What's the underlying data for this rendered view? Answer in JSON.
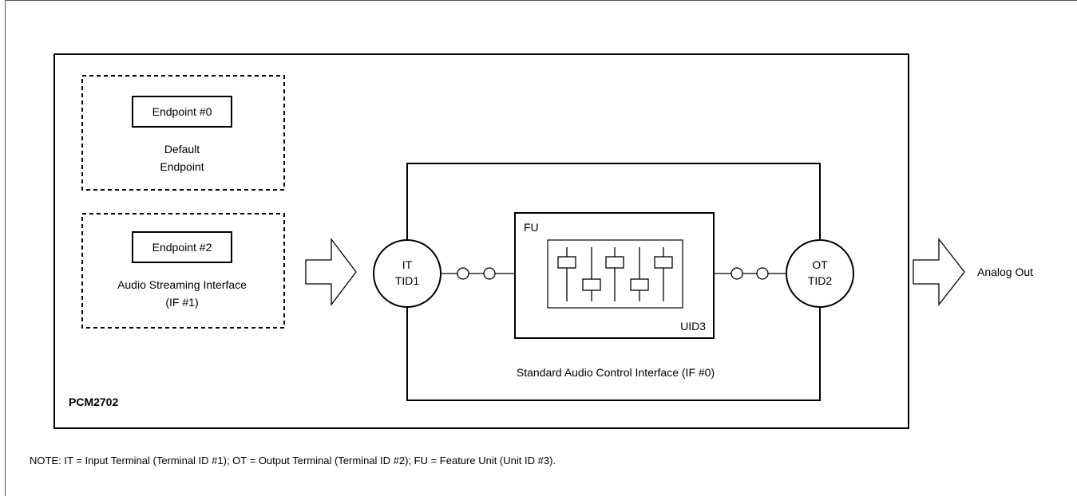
{
  "device_label": "PCM2702",
  "endpoint0": {
    "box_label": "Endpoint #0",
    "caption_line1": "Default",
    "caption_line2": "Endpoint"
  },
  "endpoint2": {
    "box_label": "Endpoint #2",
    "caption_line1": "Audio Streaming Interface",
    "caption_line2": "(IF #1)"
  },
  "input_terminal": {
    "line1": "IT",
    "line2": "TID1"
  },
  "output_terminal": {
    "line1": "OT",
    "line2": "TID2"
  },
  "feature_unit": {
    "label": "FU",
    "unit_id": "UID3"
  },
  "control_interface_label": "Standard Audio Control Interface (IF #0)",
  "output_label": "Analog Out",
  "note": "NOTE: IT = Input Terminal (Terminal ID #1); OT = Output Terminal (Terminal ID #2); FU = Feature Unit (Unit ID #3)."
}
